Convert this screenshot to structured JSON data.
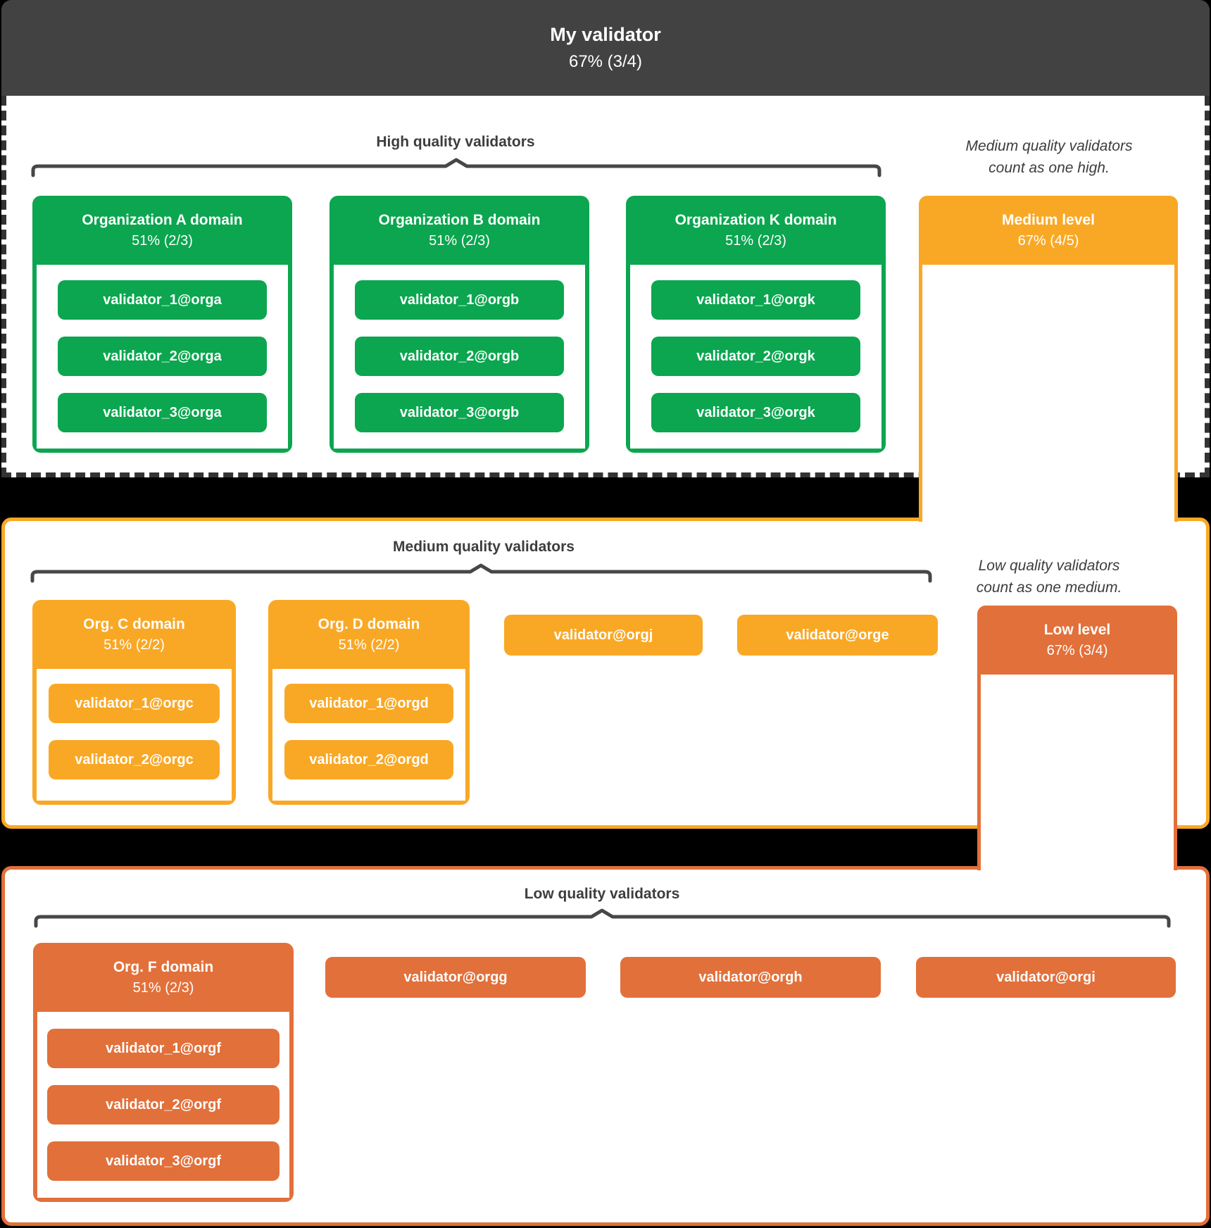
{
  "header": {
    "title": "My validator",
    "threshold": "67% (3/4)"
  },
  "sections": {
    "high": {
      "title": "High quality validators",
      "orgs": [
        {
          "name": "Organization A domain",
          "threshold": "51% (2/3)",
          "validators": [
            "validator_1@orga",
            "validator_2@orga",
            "validator_3@orga"
          ]
        },
        {
          "name": "Organization B domain",
          "threshold": "51% (2/3)",
          "validators": [
            "validator_1@orgb",
            "validator_2@orgb",
            "validator_3@orgb"
          ]
        },
        {
          "name": "Organization K domain",
          "threshold": "51% (2/3)",
          "validators": [
            "validator_1@orgk",
            "validator_2@orgk",
            "validator_3@orgk"
          ]
        }
      ]
    },
    "medium": {
      "title": "Medium quality validators",
      "orgs": [
        {
          "name": "Org. C domain",
          "threshold": "51% (2/2)",
          "validators": [
            "validator_1@orgc",
            "validator_2@orgc"
          ]
        },
        {
          "name": "Org. D domain",
          "threshold": "51% (2/2)",
          "validators": [
            "validator_1@orgd",
            "validator_2@orgd"
          ]
        }
      ],
      "standalone_validators": [
        "validator@orgj",
        "validator@orge"
      ]
    },
    "low": {
      "title": "Low quality validators",
      "orgs": [
        {
          "name": "Org. F domain",
          "threshold": "51% (2/3)",
          "validators": [
            "validator_1@orgf",
            "validator_2@orgf",
            "validator_3@orgf"
          ]
        }
      ],
      "standalone_validators": [
        "validator@orgg",
        "validator@orgh",
        "validator@orgi"
      ]
    }
  },
  "level_boxes": {
    "medium": {
      "title": "Medium level",
      "threshold": "67% (4/5)",
      "note_line1": "Medium quality validators",
      "note_line2": "count as one high."
    },
    "low": {
      "title": "Low level",
      "threshold": "67% (3/4)",
      "note_line1": "Low quality validators",
      "note_line2": "count as one medium."
    }
  },
  "colors": {
    "high_green": "#0BA64F",
    "medium_orange": "#F9A825",
    "low_orange": "#E2703A",
    "header_gray": "#424242",
    "label_gray": "#3D3D3D",
    "background": "#000000"
  }
}
